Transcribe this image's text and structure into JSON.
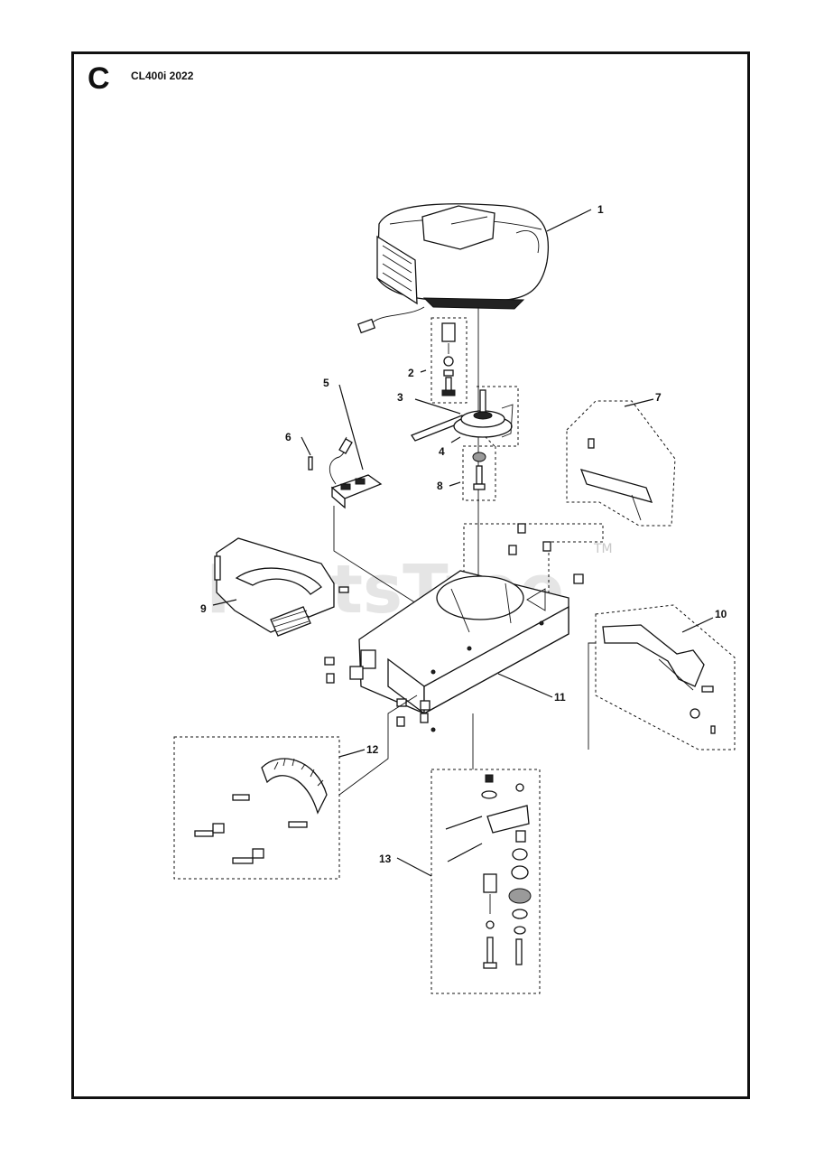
{
  "header": {
    "section_letter": "C",
    "model_title": "CL400i 2022"
  },
  "watermark": {
    "text": "PartsTree",
    "trademark": "TM"
  },
  "callouts": {
    "c1": "1",
    "c2": "2",
    "c3": "3",
    "c4": "4",
    "c5": "5",
    "c6": "6",
    "c7": "7",
    "c8": "8",
    "c9": "9",
    "c10": "10",
    "c11": "11",
    "c12": "12",
    "c13": "13"
  }
}
